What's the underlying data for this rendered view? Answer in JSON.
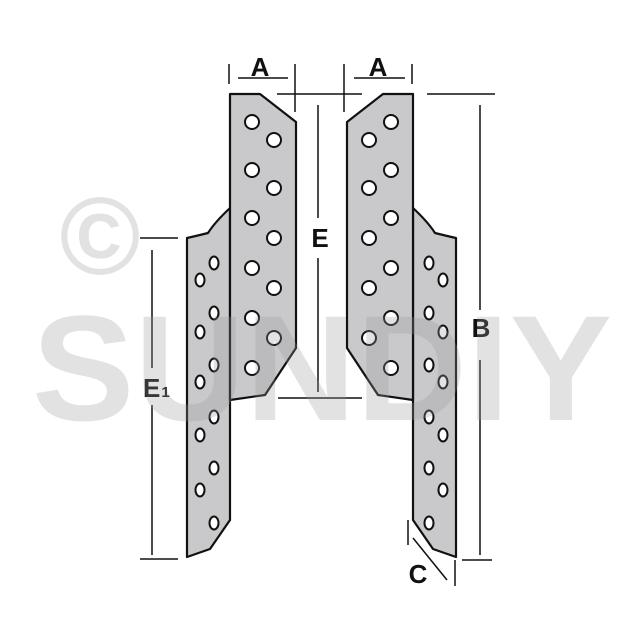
{
  "labels": {
    "a_left": "A",
    "a_right": "A",
    "e": "E",
    "e1_main": "E",
    "e1_sub": "1",
    "b": "B",
    "c": "C"
  },
  "watermark": {
    "copyright": "©",
    "text": "SUNDIY"
  },
  "colors": {
    "plate": "#c9c9cb",
    "outline": "#111111"
  }
}
